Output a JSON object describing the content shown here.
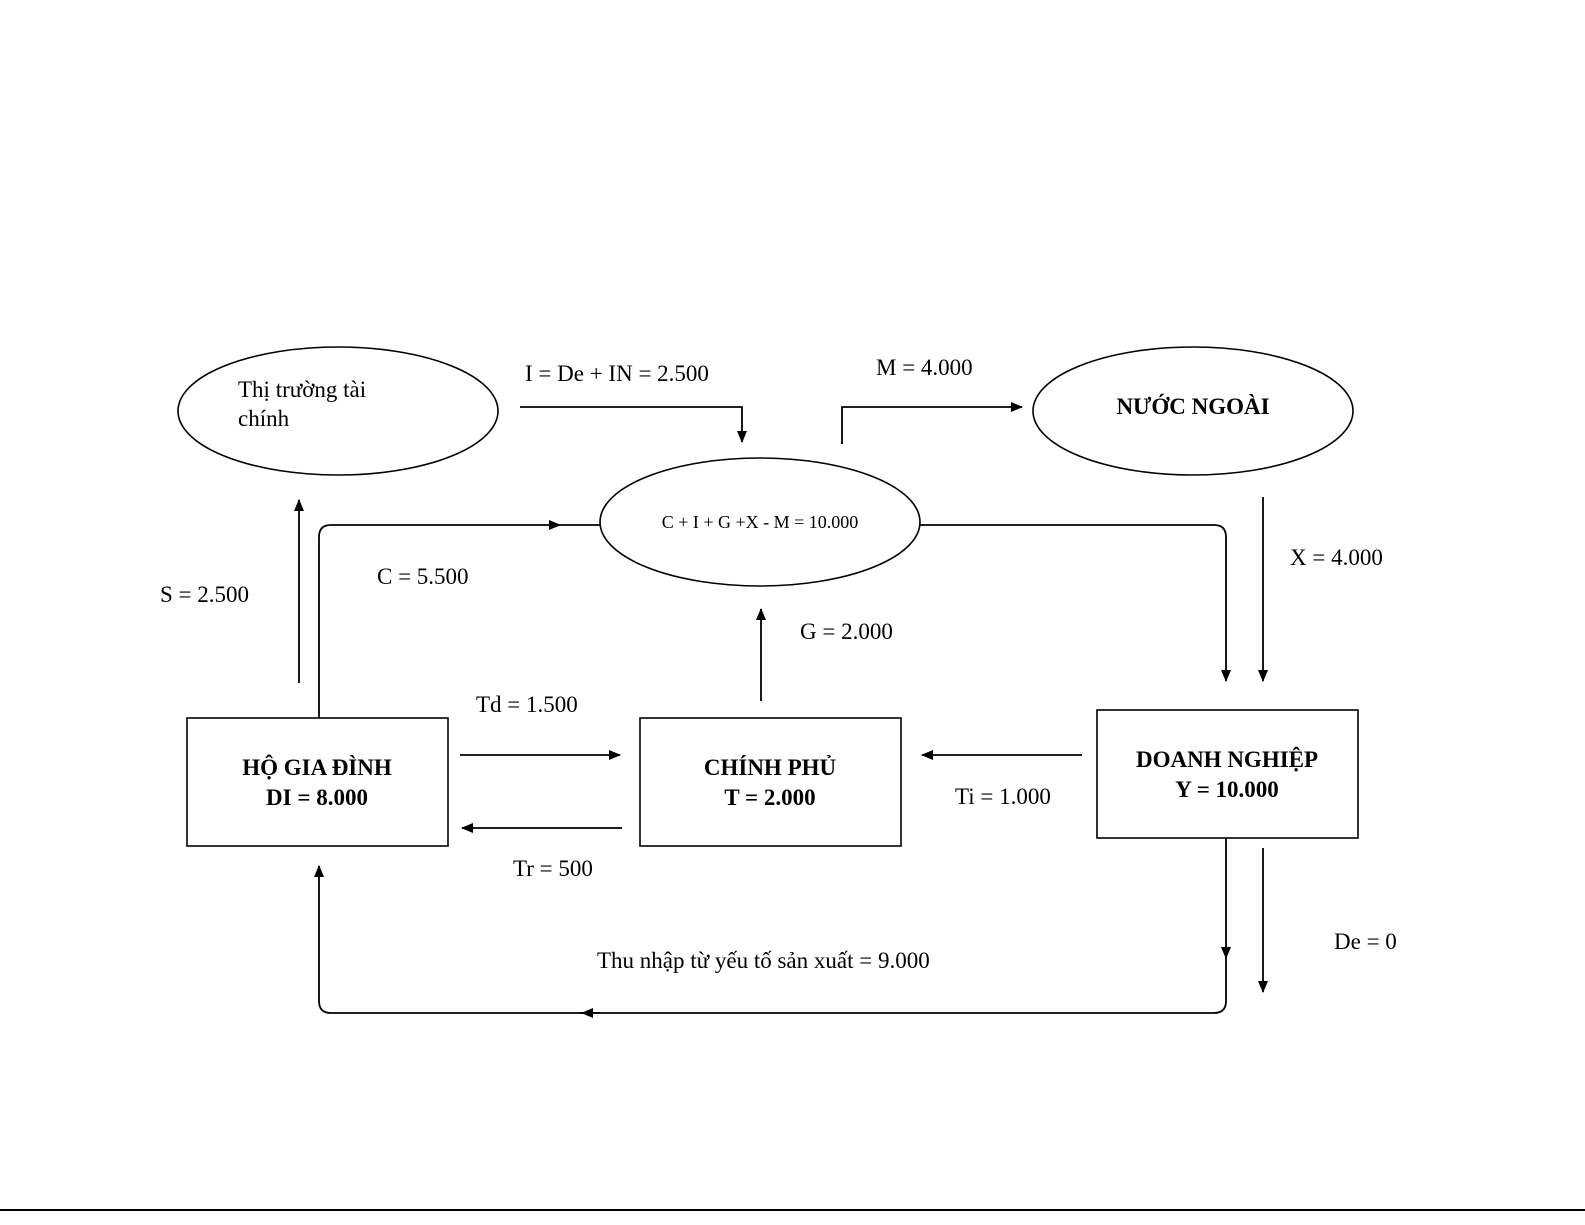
{
  "nodes": {
    "financial_market": {
      "line1": "Thị trường tài",
      "line2": "chính"
    },
    "foreign": {
      "label": "NƯỚC NGOÀI"
    },
    "aggregate": {
      "label": "C + I + G +X - M = 10.000"
    },
    "household": {
      "line1": "HỘ GIA ĐÌNH",
      "line2": "DI = 8.000"
    },
    "government": {
      "line1": "CHÍNH PHỦ",
      "line2": "T = 2.000"
    },
    "firm": {
      "line1": "DOANH NGHIỆP",
      "line2": "Y = 10.000"
    }
  },
  "flows": {
    "investment": "I = De + IN = 2.500",
    "imports": "M = 4.000",
    "exports": "X = 4.000",
    "savings": "S = 2.500",
    "consumption": "C = 5.500",
    "gov_spending": "G = 2.000",
    "direct_tax": "Td = 1.500",
    "transfers": "Tr = 500",
    "indirect_tax": "Ti = 1.000",
    "depreciation": "De = 0",
    "factor_income": "Thu nhập từ yếu tố sản xuất = 9.000"
  }
}
